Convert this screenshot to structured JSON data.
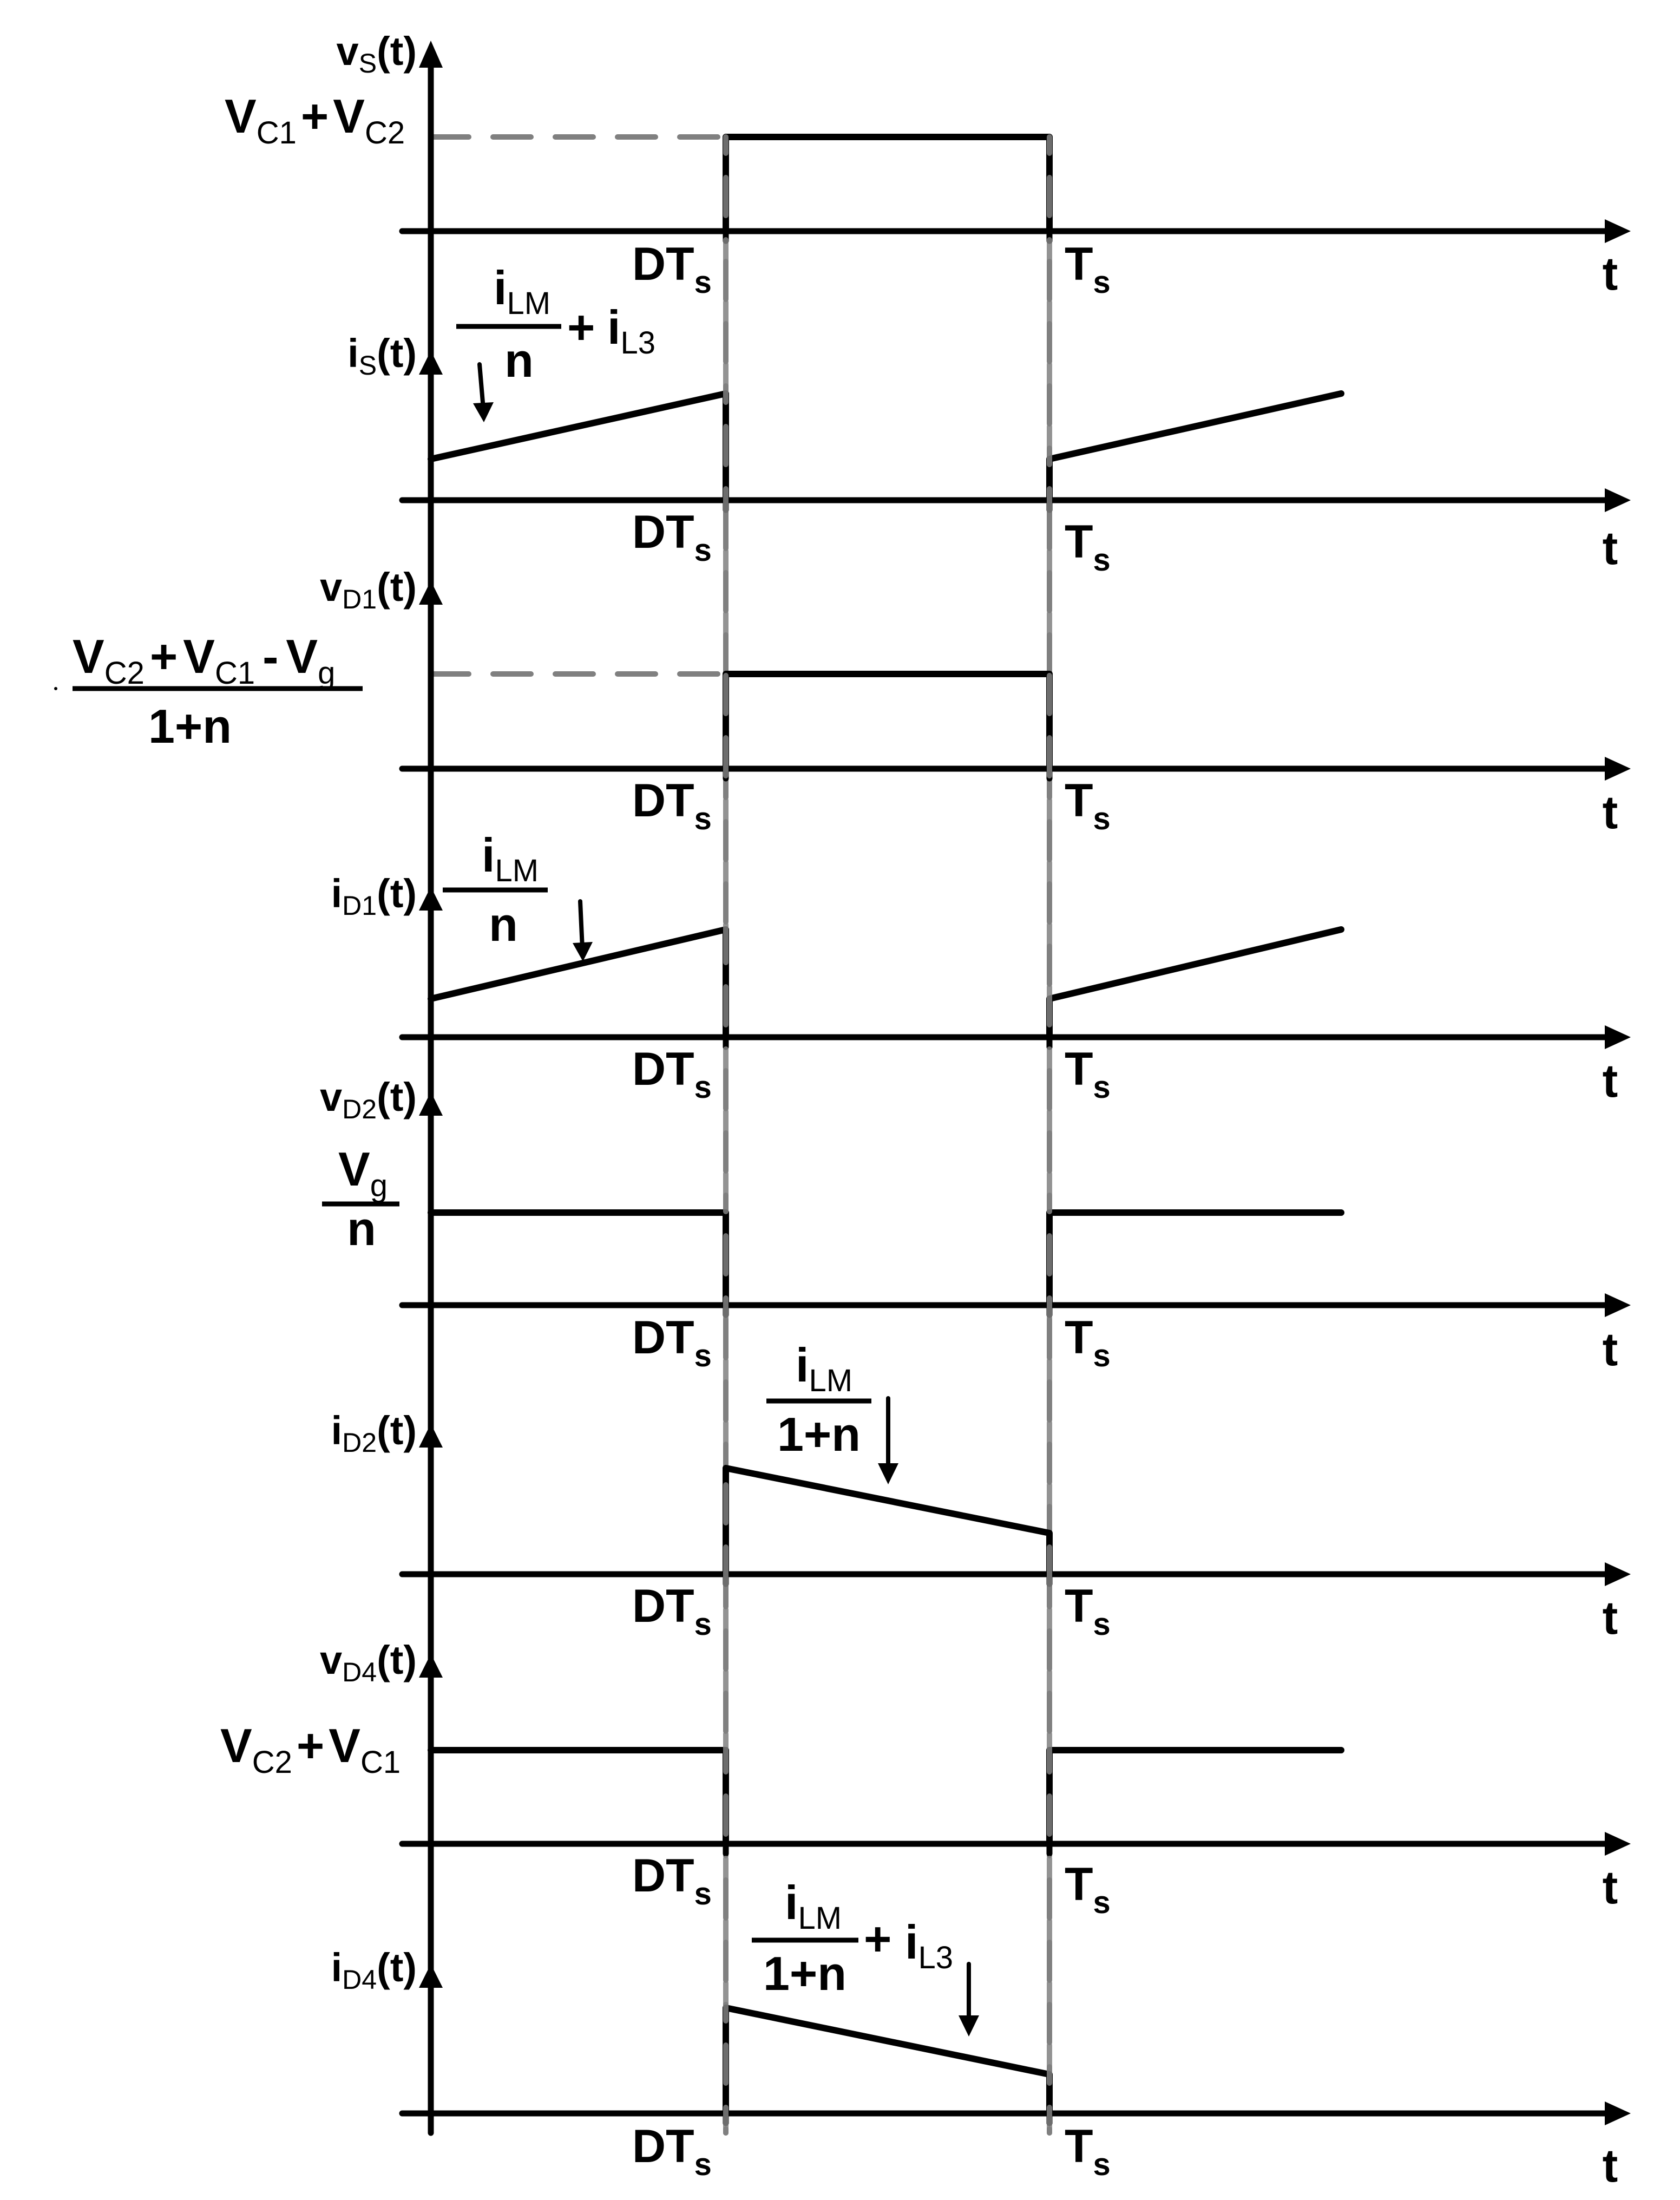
{
  "figure": {
    "description": "Switching waveforms of converter over one switching period",
    "time_axis_label": "t",
    "tick_labels": {
      "dt": "DT",
      "dt_sub": "s",
      "ts": "T",
      "ts_sub": "s"
    },
    "colors": {
      "waveform": "#000000",
      "guide": "#808080",
      "background": "#ffffff"
    }
  },
  "panels": [
    {
      "id": "vs",
      "axis_label": {
        "main": "v",
        "sub": "S",
        "suffix": "(t)"
      },
      "level_label": {
        "type": "inline",
        "parts": [
          {
            "t": "V",
            "s": "C1"
          },
          {
            "op": "+"
          },
          {
            "t": "V",
            "s": "C2"
          }
        ]
      },
      "waveform": "high between DTs and Ts"
    },
    {
      "id": "is",
      "axis_label": {
        "main": "i",
        "sub": "S",
        "suffix": "(t)"
      },
      "annotation": {
        "num": "i",
        "num_sub": "LM",
        "den": "n",
        "plus": "+",
        "extra": "i",
        "extra_sub": "L3"
      },
      "waveform": "rising ramp 0..DTs, zero DTs..Ts, rising ramp after Ts"
    },
    {
      "id": "vd1",
      "axis_label": {
        "main": "v",
        "sub": "D1",
        "suffix": "(t)"
      },
      "level_label": {
        "type": "fraction",
        "num_parts": [
          {
            "t": "V",
            "s": "C2"
          },
          {
            "op": "+"
          },
          {
            "t": "V",
            "s": "C1"
          },
          {
            "op": "-"
          },
          {
            "t": "V",
            "s": "g"
          }
        ],
        "den": "1+n"
      },
      "waveform": "high between DTs and Ts"
    },
    {
      "id": "id1",
      "axis_label": {
        "main": "i",
        "sub": "D1",
        "suffix": "(t)"
      },
      "annotation": {
        "num": "i",
        "num_sub": "LM",
        "den": "n"
      },
      "waveform": "rising ramp 0..DTs, zero DTs..Ts, rising ramp after Ts"
    },
    {
      "id": "vd2",
      "axis_label": {
        "main": "v",
        "sub": "D2",
        "suffix": "(t)"
      },
      "level_label": {
        "type": "fraction",
        "num_parts": [
          {
            "t": "V",
            "s": "g"
          }
        ],
        "den": "n"
      },
      "waveform": "high 0..DTs, zero DTs..Ts, high after Ts"
    },
    {
      "id": "id2",
      "axis_label": {
        "main": "i",
        "sub": "D2",
        "suffix": "(t)"
      },
      "annotation": {
        "num": "i",
        "num_sub": "LM",
        "den": "1+n"
      },
      "waveform": "falling ramp DTs..Ts"
    },
    {
      "id": "vd4",
      "axis_label": {
        "main": "v",
        "sub": "D4",
        "suffix": "(t)"
      },
      "level_label": {
        "type": "inline",
        "parts": [
          {
            "t": "V",
            "s": "C2"
          },
          {
            "op": "+"
          },
          {
            "t": "V",
            "s": "C1"
          }
        ]
      },
      "waveform": "high 0..DTs, zero DTs..Ts, high after Ts"
    },
    {
      "id": "id4",
      "axis_label": {
        "main": "i",
        "sub": "D4",
        "suffix": "(t)"
      },
      "annotation": {
        "num": "i",
        "num_sub": "LM",
        "den": "1+n",
        "plus": "+",
        "extra": "i",
        "extra_sub": "L3"
      },
      "waveform": "falling ramp DTs..Ts"
    }
  ],
  "text": {
    "vs_label_main": "v",
    "vs_label_sub": "S",
    "vs_label_suffix": "(t)",
    "is_label_main": "i",
    "is_label_sub": "S",
    "is_label_suffix": "(t)",
    "vd1_label_main": "v",
    "vd1_label_sub": "D1",
    "vd1_label_suffix": "(t)",
    "id1_label_main": "i",
    "id1_label_sub": "D1",
    "id1_label_suffix": "(t)",
    "vd2_label_main": "v",
    "vd2_label_sub": "D2",
    "vd2_label_suffix": "(t)",
    "id2_label_main": "i",
    "id2_label_sub": "D2",
    "id2_label_suffix": "(t)",
    "vd4_label_main": "v",
    "vd4_label_sub": "D4",
    "vd4_label_suffix": "(t)",
    "id4_label_main": "i",
    "id4_label_sub": "D4",
    "id4_label_suffix": "(t)",
    "V": "V",
    "C1": "C1",
    "C2": "C2",
    "g": "g",
    "plus": "+",
    "minus": "-",
    "one_plus_n": "1+n",
    "n": "n",
    "i": "i",
    "LM": "LM",
    "L3": "L3",
    "DT": "DT",
    "T": "T",
    "s": "s",
    "t": "t"
  }
}
